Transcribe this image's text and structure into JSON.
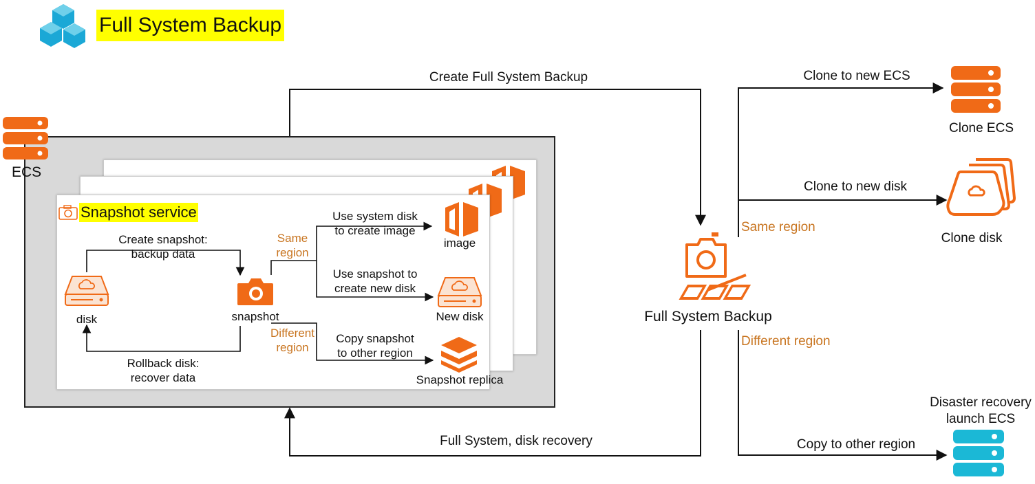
{
  "header": {
    "title": "Full System Backup"
  },
  "ecs": {
    "label": "ECS"
  },
  "snapshot_service": {
    "title": "Snapshot service",
    "disk_label": "disk",
    "snapshot_label": "snapshot",
    "create_snapshot": [
      "Create snapshot:",
      "backup data"
    ],
    "rollback": [
      "Rollback disk:",
      "recover data"
    ],
    "same_region": [
      "Same",
      "region"
    ],
    "different_region": [
      "Different",
      "region"
    ],
    "use_system_disk": [
      "Use system disk",
      "to create image"
    ],
    "use_snapshot": [
      "Use snapshot to",
      "create new disk"
    ],
    "copy_snapshot": [
      "Copy snapshot",
      "to other region"
    ],
    "image_label": "image",
    "new_disk_label": "New disk",
    "replica_label": "Snapshot replica"
  },
  "flows": {
    "create_backup": "Create Full System Backup",
    "recovery": "Full System, disk recovery"
  },
  "backup": {
    "label": "Full System Backup"
  },
  "regions": {
    "same": "Same region",
    "different": "Different region"
  },
  "outputs": {
    "clone_ecs_arrow": "Clone to new ECS",
    "clone_ecs_label": "Clone ECS",
    "clone_disk_arrow": "Clone to new disk",
    "clone_disk_label": "Clone disk",
    "copy_region_arrow": "Copy to other region",
    "dr_label": [
      "Disaster recovery",
      "launch ECS"
    ]
  },
  "colors": {
    "orange": "#f06a17",
    "cyan": "#1bb8d6",
    "brand_blue": "#1ba8d6",
    "highlight": "#ffff00",
    "frame": "#d9d9d9"
  },
  "icons": [
    "cube-logo-icon",
    "server-icon",
    "camera-icon",
    "disk-icon",
    "image-icon",
    "stack-icon",
    "backup-icon"
  ]
}
